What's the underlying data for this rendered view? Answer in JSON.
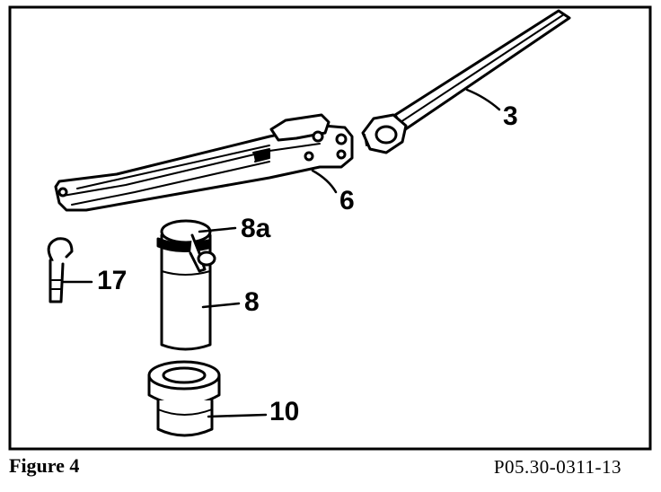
{
  "caption": {
    "figure_label": "Figure 4",
    "drawing_number": "P05.30-0311-13"
  },
  "callouts": {
    "rod": "3",
    "lever": "6",
    "clamp": "8a",
    "sleeve": "8",
    "grommet": "10",
    "clip": "17"
  }
}
